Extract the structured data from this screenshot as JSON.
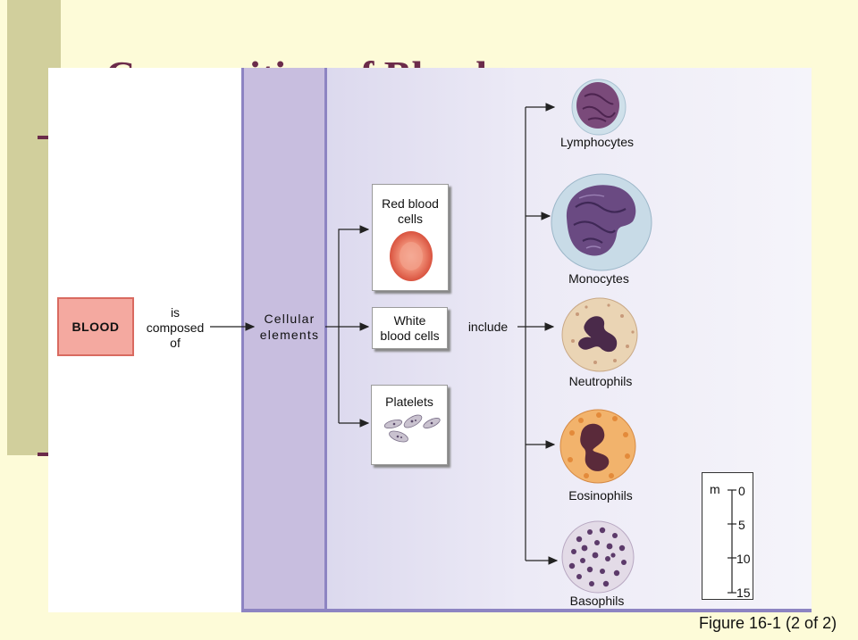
{
  "slide": {
    "title": "Composition of Blood",
    "caption": "Figure 16-1 (2 of 2)"
  },
  "diagram": {
    "root": "BLOOD",
    "connector": "is\ncomposed\nof",
    "cellular": "Cellular\nelements",
    "components": {
      "rbc": "Red blood\ncells",
      "wbc": "White\nblood cells",
      "platelets": "Platelets"
    },
    "include": "include",
    "wbc_types": {
      "lymphocytes": "Lymphocytes",
      "monocytes": "Monocytes",
      "neutrophils": "Neutrophils",
      "eosinophils": "Eosinophils",
      "basophils": "Basophils"
    },
    "scale": {
      "unit": "m",
      "ticks": [
        "0",
        "5",
        "10",
        "15"
      ]
    }
  },
  "colors": {
    "blood_box": "#f4a9a0",
    "cellular_column": "#c8bedf",
    "panel": "#e4e1f2",
    "title": "#6b2b4a"
  }
}
